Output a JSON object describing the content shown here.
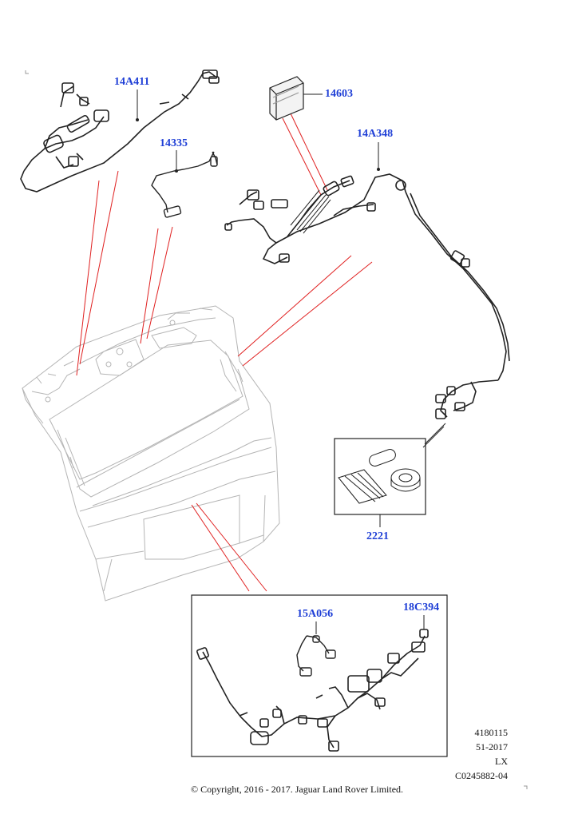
{
  "diagram": {
    "part_labels": {
      "p14A411": "14A411",
      "p14335": "14335",
      "p14603": "14603",
      "p14A348": "14A348",
      "p2221": "2221",
      "p15A056": "15A056",
      "p18C394": "18C394"
    },
    "info_block": {
      "line1": "4180115",
      "line2": "51-2017",
      "line3": "LX",
      "line4": "C0245882-04"
    },
    "copyright": "© Copyright, 2016 - 2017. Jaguar Land Rover Limited.",
    "colors": {
      "label": "#1f3fd6",
      "leader_red": "#e02020",
      "line_dark": "#222222",
      "line_grey": "#b5b5b5"
    }
  }
}
